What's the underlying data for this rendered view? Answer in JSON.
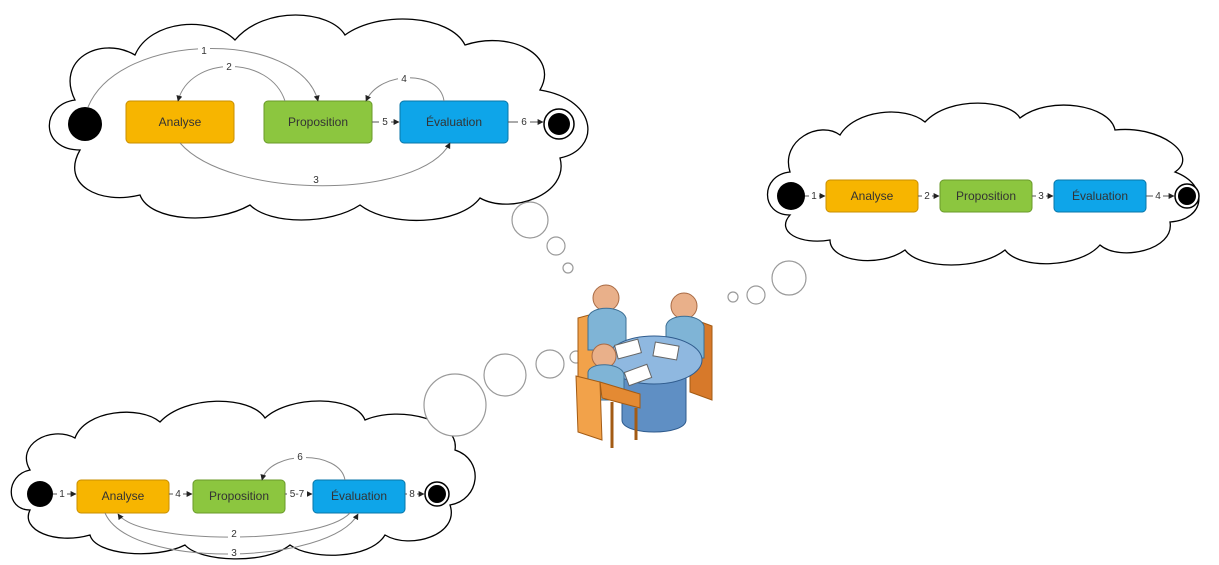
{
  "colors": {
    "analyse": "#f7b500",
    "proposition": "#8cc63f",
    "evaluation": "#0ea5e9",
    "terminal": "#000000"
  },
  "icons": {
    "meeting": "people-at-table-icon"
  },
  "process_top_left": {
    "nodes": {
      "analyse": "Analyse",
      "proposition": "Proposition",
      "evaluation": "Évaluation"
    },
    "edges": [
      "1",
      "2",
      "3",
      "4",
      "5",
      "6"
    ]
  },
  "process_right": {
    "nodes": {
      "analyse": "Analyse",
      "proposition": "Proposition",
      "evaluation": "Évaluation"
    },
    "edges": [
      "1",
      "2",
      "3",
      "4"
    ]
  },
  "process_bottom_left": {
    "nodes": {
      "analyse": "Analyse",
      "proposition": "Proposition",
      "evaluation": "Évaluation"
    },
    "edges": [
      "1",
      "2",
      "3",
      "4",
      "5-7",
      "6",
      "8"
    ]
  }
}
